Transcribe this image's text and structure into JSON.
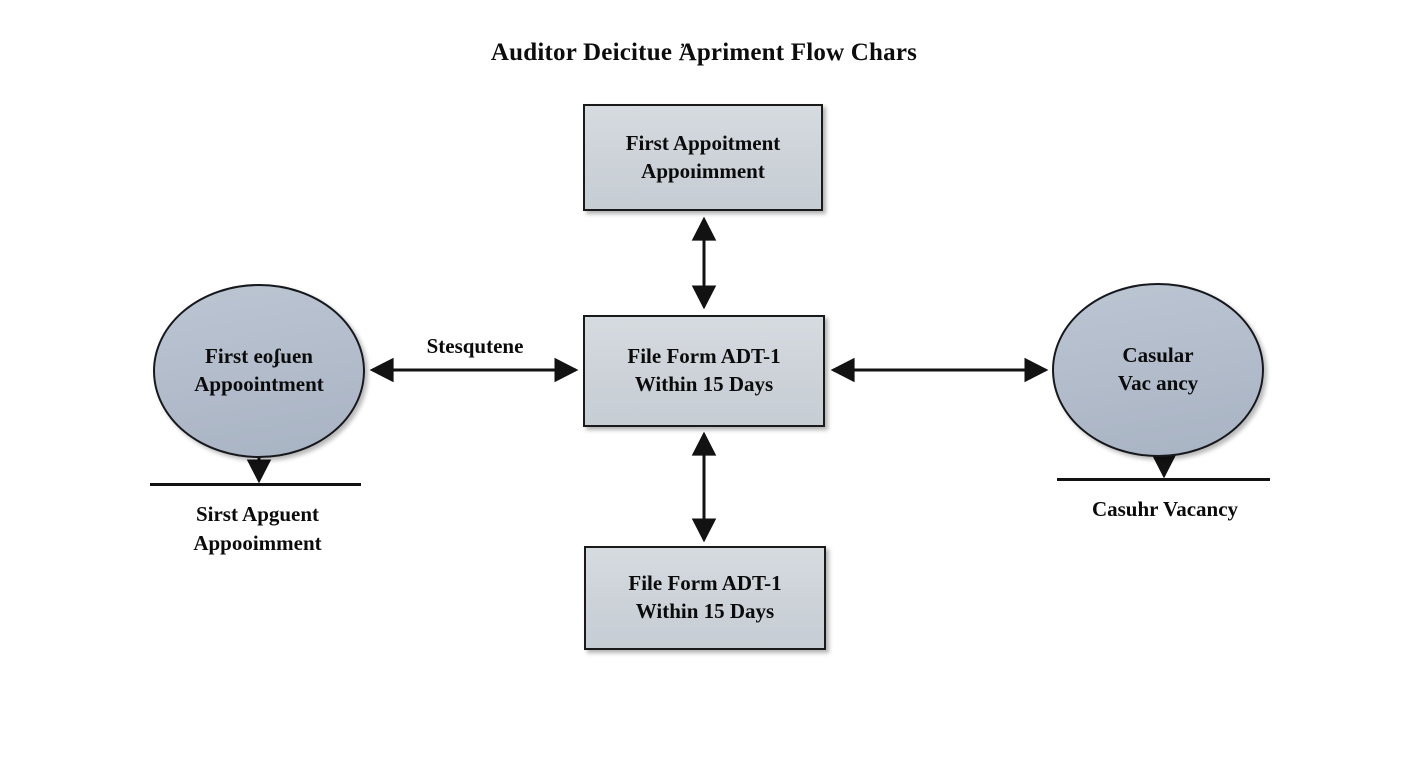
{
  "diagram": {
    "title": "Auditor Deicitue Ἀpriment Flow Chars",
    "colors": {
      "box_fill": "#ccd2d8",
      "ellipse_fill": "#b2bccb",
      "stroke": "#161616",
      "text": "#0b0b0b",
      "background": "#ffffff"
    },
    "nodes": {
      "box_top": {
        "shape": "rectangle",
        "line1": "First Appoitment",
        "line2": "Appoıimment"
      },
      "box_center": {
        "shape": "rectangle",
        "line1": "File Form ADT-1",
        "line2": "Within 15 Days"
      },
      "box_bottom": {
        "shape": "rectangle",
        "line1": "File Form ADT-1",
        "line2": "Within 15 Days"
      },
      "ellipse_left": {
        "shape": "ellipse",
        "line1": "First eoʄuen",
        "line2": "Appoointment"
      },
      "ellipse_right": {
        "shape": "ellipse",
        "line1": "Casular",
        "line2": "Vac ancy"
      }
    },
    "edges": {
      "left_label": "Stesqutene"
    },
    "terminals": {
      "left": {
        "line1": "Sirst Apguent",
        "line2": "Appooimment"
      },
      "right": {
        "line1": "Casuhr Vacancy"
      }
    }
  }
}
